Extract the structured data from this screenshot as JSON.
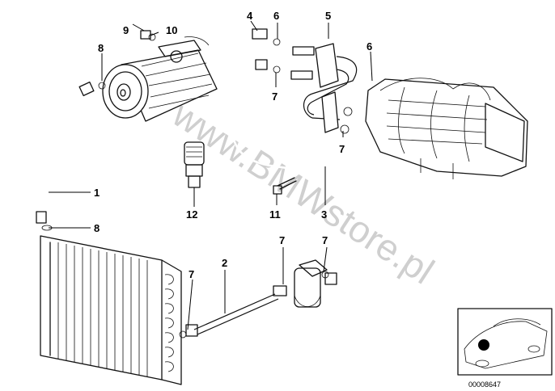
{
  "diagram": {
    "watermark": "www.BMWstore.pl",
    "reference_number": "00008647",
    "callouts": [
      {
        "id": "c1",
        "label": "1"
      },
      {
        "id": "c2",
        "label": "2"
      },
      {
        "id": "c3",
        "label": "3"
      },
      {
        "id": "c4",
        "label": "4"
      },
      {
        "id": "c5",
        "label": "5"
      },
      {
        "id": "c6a",
        "label": "6"
      },
      {
        "id": "c6b",
        "label": "6"
      },
      {
        "id": "c7a",
        "label": "7"
      },
      {
        "id": "c7b",
        "label": "7"
      },
      {
        "id": "c7c",
        "label": "7"
      },
      {
        "id": "c7d",
        "label": "7"
      },
      {
        "id": "c7e",
        "label": "7"
      },
      {
        "id": "c8a",
        "label": "8"
      },
      {
        "id": "c8b",
        "label": "8"
      },
      {
        "id": "c9",
        "label": "9"
      },
      {
        "id": "c10",
        "label": "10"
      },
      {
        "id": "c11",
        "label": "11"
      },
      {
        "id": "c12",
        "label": "12"
      }
    ]
  }
}
